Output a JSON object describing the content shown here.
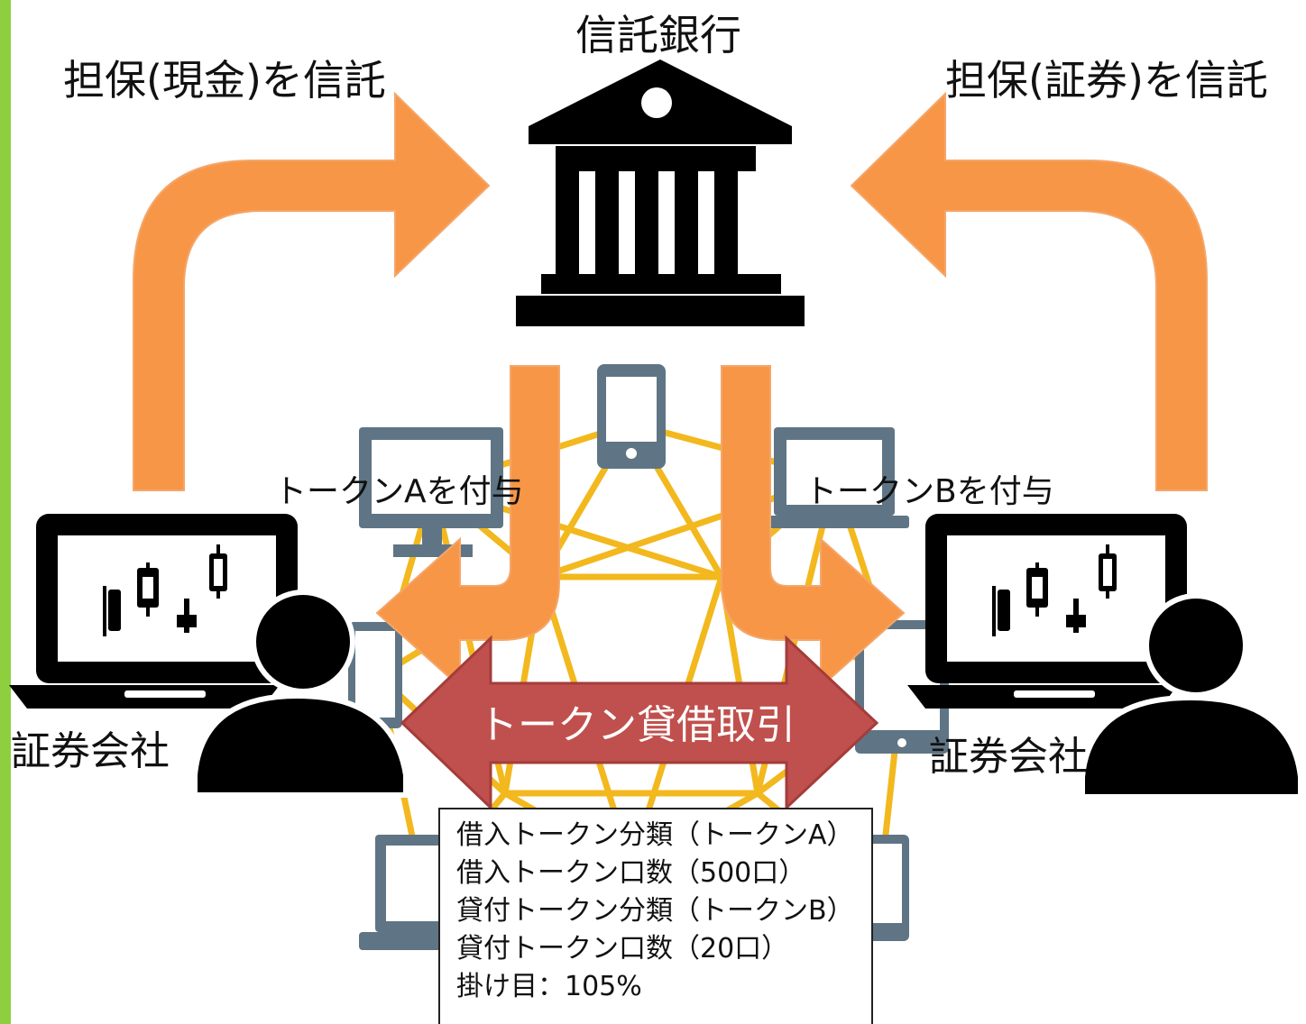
{
  "bank": {
    "title": "信託銀行",
    "icon": "bank-building-icon"
  },
  "flows": {
    "left_deposit": "担保(現金)を信託",
    "right_deposit": "担保(証券)を信託",
    "token_a": "トークンAを付与",
    "token_b": "トークンBを付与"
  },
  "companies": {
    "left": "証券会社",
    "right": "証券会社"
  },
  "lending": {
    "label": "トークン貸借取引"
  },
  "details": [
    "借入トークン分類（トークンA）",
    "借入トークン口数（500口）",
    "貸付トークン分類（トークンB）",
    "貸付トークン口数（20口）",
    "掛け目：105%"
  ],
  "colors": {
    "arrow_orange": "#f79646",
    "arrow_red": "#c0504d",
    "network_gold": "#f2b81e",
    "device_gray": "#5f7585",
    "accent_green": "#8dcf3f",
    "icon_black": "#000000"
  }
}
